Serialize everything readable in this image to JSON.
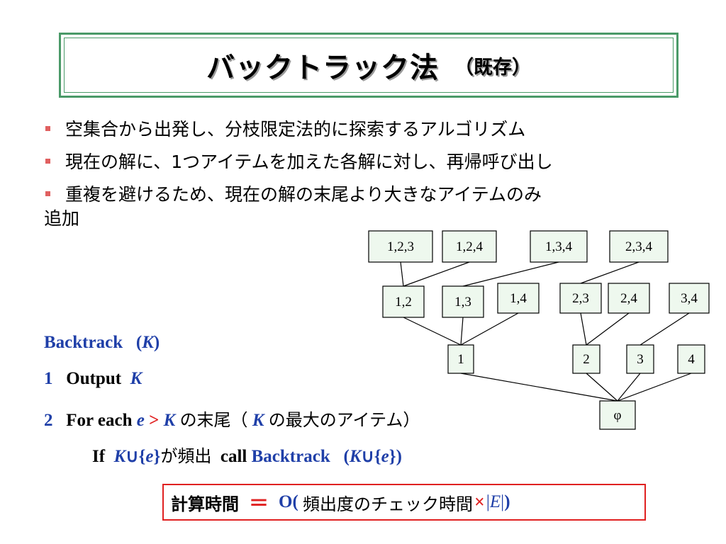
{
  "title": {
    "main": "バックトラック法",
    "sub": "（既存）"
  },
  "bullets": [
    {
      "text": "空集合から出発し、分枝限定法的に探索するアルゴリズム"
    },
    {
      "text": "現在の解に、1つアイテムを加えた各解に対し、再帰呼び出し"
    },
    {
      "text": "重複を避けるため、現在の解の末尾より大きなアイテムのみ",
      "cont": "追加"
    }
  ],
  "algorithm": {
    "header_name": "Backtrack",
    "header_open": "(",
    "header_arg": "K",
    "header_close": ")",
    "l1_num": "1",
    "l1_kw": "Output",
    "l1_arg": "K",
    "l2_num": "2",
    "l2_kw": "For each",
    "l2_var": "e",
    "l2_gt": ">",
    "l2_k": "K",
    "l2_jp1": "の末尾（",
    "l2_k2": "K",
    "l2_jp2": "の最大のアイテム）",
    "l3_if": "If",
    "l3_k": "K",
    "l3_union": "∪{",
    "l3_e": "e",
    "l3_close": "}",
    "l3_jp": "が頻出",
    "l3_call": "call",
    "l3_bt": "Backtrack",
    "l3_open": "(",
    "l3_k2": "K",
    "l3_union2": "∪{",
    "l3_e2": "e",
    "l3_close2": "})"
  },
  "formula": {
    "label": "計算時間",
    "eq": "＝",
    "o_open": "O(",
    "jp": "頻出度のチェック時間",
    "times": "×",
    "bar1": "|",
    "e": "E",
    "bar2": "|",
    "close": " )"
  },
  "tree": {
    "nodes": [
      {
        "id": "n123",
        "label": "1,2,3"
      },
      {
        "id": "n124",
        "label": "1,2,4"
      },
      {
        "id": "n134",
        "label": "1,3,4"
      },
      {
        "id": "n234",
        "label": "2,3,4"
      },
      {
        "id": "n12",
        "label": "1,2"
      },
      {
        "id": "n13",
        "label": "1,3"
      },
      {
        "id": "n14",
        "label": "1,4"
      },
      {
        "id": "n23",
        "label": "2,3"
      },
      {
        "id": "n24",
        "label": "2,4"
      },
      {
        "id": "n34",
        "label": "3,4"
      },
      {
        "id": "n1",
        "label": "1"
      },
      {
        "id": "n2",
        "label": "2"
      },
      {
        "id": "n3",
        "label": "3"
      },
      {
        "id": "n4",
        "label": "4"
      },
      {
        "id": "phi",
        "label": "φ"
      }
    ],
    "edges": [
      [
        "n123",
        "n12"
      ],
      [
        "n124",
        "n12"
      ],
      [
        "n134",
        "n13"
      ],
      [
        "n234",
        "n23"
      ],
      [
        "n12",
        "n1"
      ],
      [
        "n13",
        "n1"
      ],
      [
        "n14",
        "n1"
      ],
      [
        "n23",
        "n2"
      ],
      [
        "n24",
        "n2"
      ],
      [
        "n34",
        "n3"
      ],
      [
        "n1",
        "phi"
      ],
      [
        "n2",
        "phi"
      ],
      [
        "n3",
        "phi"
      ],
      [
        "n4",
        "phi"
      ]
    ]
  }
}
